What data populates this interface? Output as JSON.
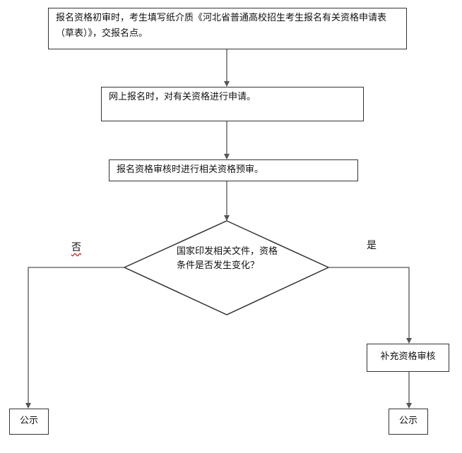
{
  "steps": {
    "step1": "报名资格初审时，考生填写纸介质《河北省普通高校招生考生报名有关资格申请表（草表）》，交报名点。",
    "step2": "网上报名时，对有关资格进行申请。",
    "step3": "报名资格审核时进行相关资格预审。"
  },
  "decision": {
    "text": "国家印发相关文件，资格条件是否发生变化？",
    "no_label": "否",
    "yes_label": "是"
  },
  "supplement": "补充资格审核",
  "publicity_left": "公示",
  "publicity_right": "公示"
}
